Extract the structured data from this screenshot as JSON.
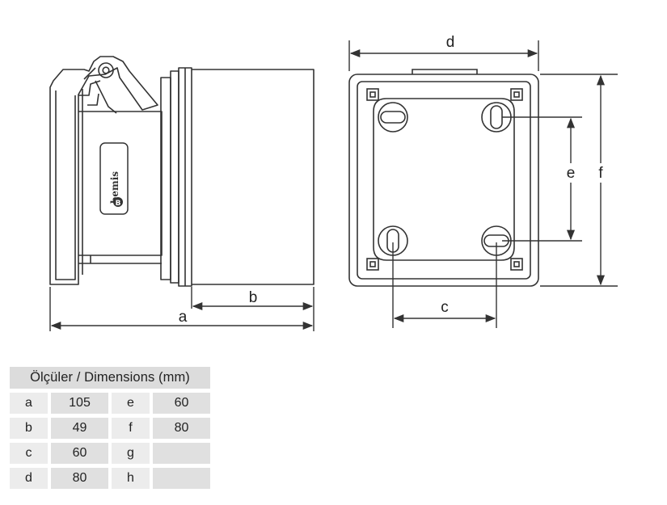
{
  "brand": {
    "logo_text": "bemis",
    "logo_mark": "B"
  },
  "dimension_labels": {
    "a": "a",
    "b": "b",
    "c": "c",
    "d": "d",
    "e": "e",
    "f": "f"
  },
  "table": {
    "title": "Ölçüler / Dimensions (mm)",
    "rows": [
      {
        "k1": "a",
        "v1": "105",
        "k2": "e",
        "v2": "60"
      },
      {
        "k1": "b",
        "v1": "49",
        "k2": "f",
        "v2": "80"
      },
      {
        "k1": "c",
        "v1": "60",
        "k2": "g",
        "v2": ""
      },
      {
        "k1": "d",
        "v1": "80",
        "k2": "h",
        "v2": ""
      }
    ]
  },
  "colors": {
    "line": "#333333",
    "table_header": "#dcdcdc",
    "table_cell": "#e6e6e6"
  }
}
